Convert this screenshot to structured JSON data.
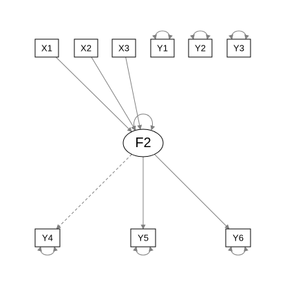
{
  "diagram": {
    "type": "path-diagram",
    "nodes": [
      {
        "id": "X1",
        "label": "X1",
        "shape": "box",
        "variance_loop": false
      },
      {
        "id": "X2",
        "label": "X2",
        "shape": "box",
        "variance_loop": false
      },
      {
        "id": "X3",
        "label": "X3",
        "shape": "box",
        "variance_loop": false
      },
      {
        "id": "Y1",
        "label": "Y1",
        "shape": "box",
        "variance_loop": true
      },
      {
        "id": "Y2",
        "label": "Y2",
        "shape": "box",
        "variance_loop": true
      },
      {
        "id": "Y3",
        "label": "Y3",
        "shape": "box",
        "variance_loop": true
      },
      {
        "id": "F2",
        "label": "F2",
        "shape": "ellipse",
        "variance_loop": true
      },
      {
        "id": "Y4",
        "label": "Y4",
        "shape": "box",
        "variance_loop": true
      },
      {
        "id": "Y5",
        "label": "Y5",
        "shape": "box",
        "variance_loop": true
      },
      {
        "id": "Y6",
        "label": "Y6",
        "shape": "box",
        "variance_loop": true
      }
    ],
    "edges": [
      {
        "from": "X1",
        "to": "F2",
        "style": "solid"
      },
      {
        "from": "X2",
        "to": "F2",
        "style": "solid"
      },
      {
        "from": "X3",
        "to": "F2",
        "style": "solid"
      },
      {
        "from": "F2",
        "to": "Y4",
        "style": "dashed"
      },
      {
        "from": "F2",
        "to": "Y5",
        "style": "solid"
      },
      {
        "from": "F2",
        "to": "Y6",
        "style": "solid"
      }
    ],
    "colors": {
      "edge": "#808080",
      "node_stroke": "#000000",
      "background": "#ffffff"
    }
  }
}
